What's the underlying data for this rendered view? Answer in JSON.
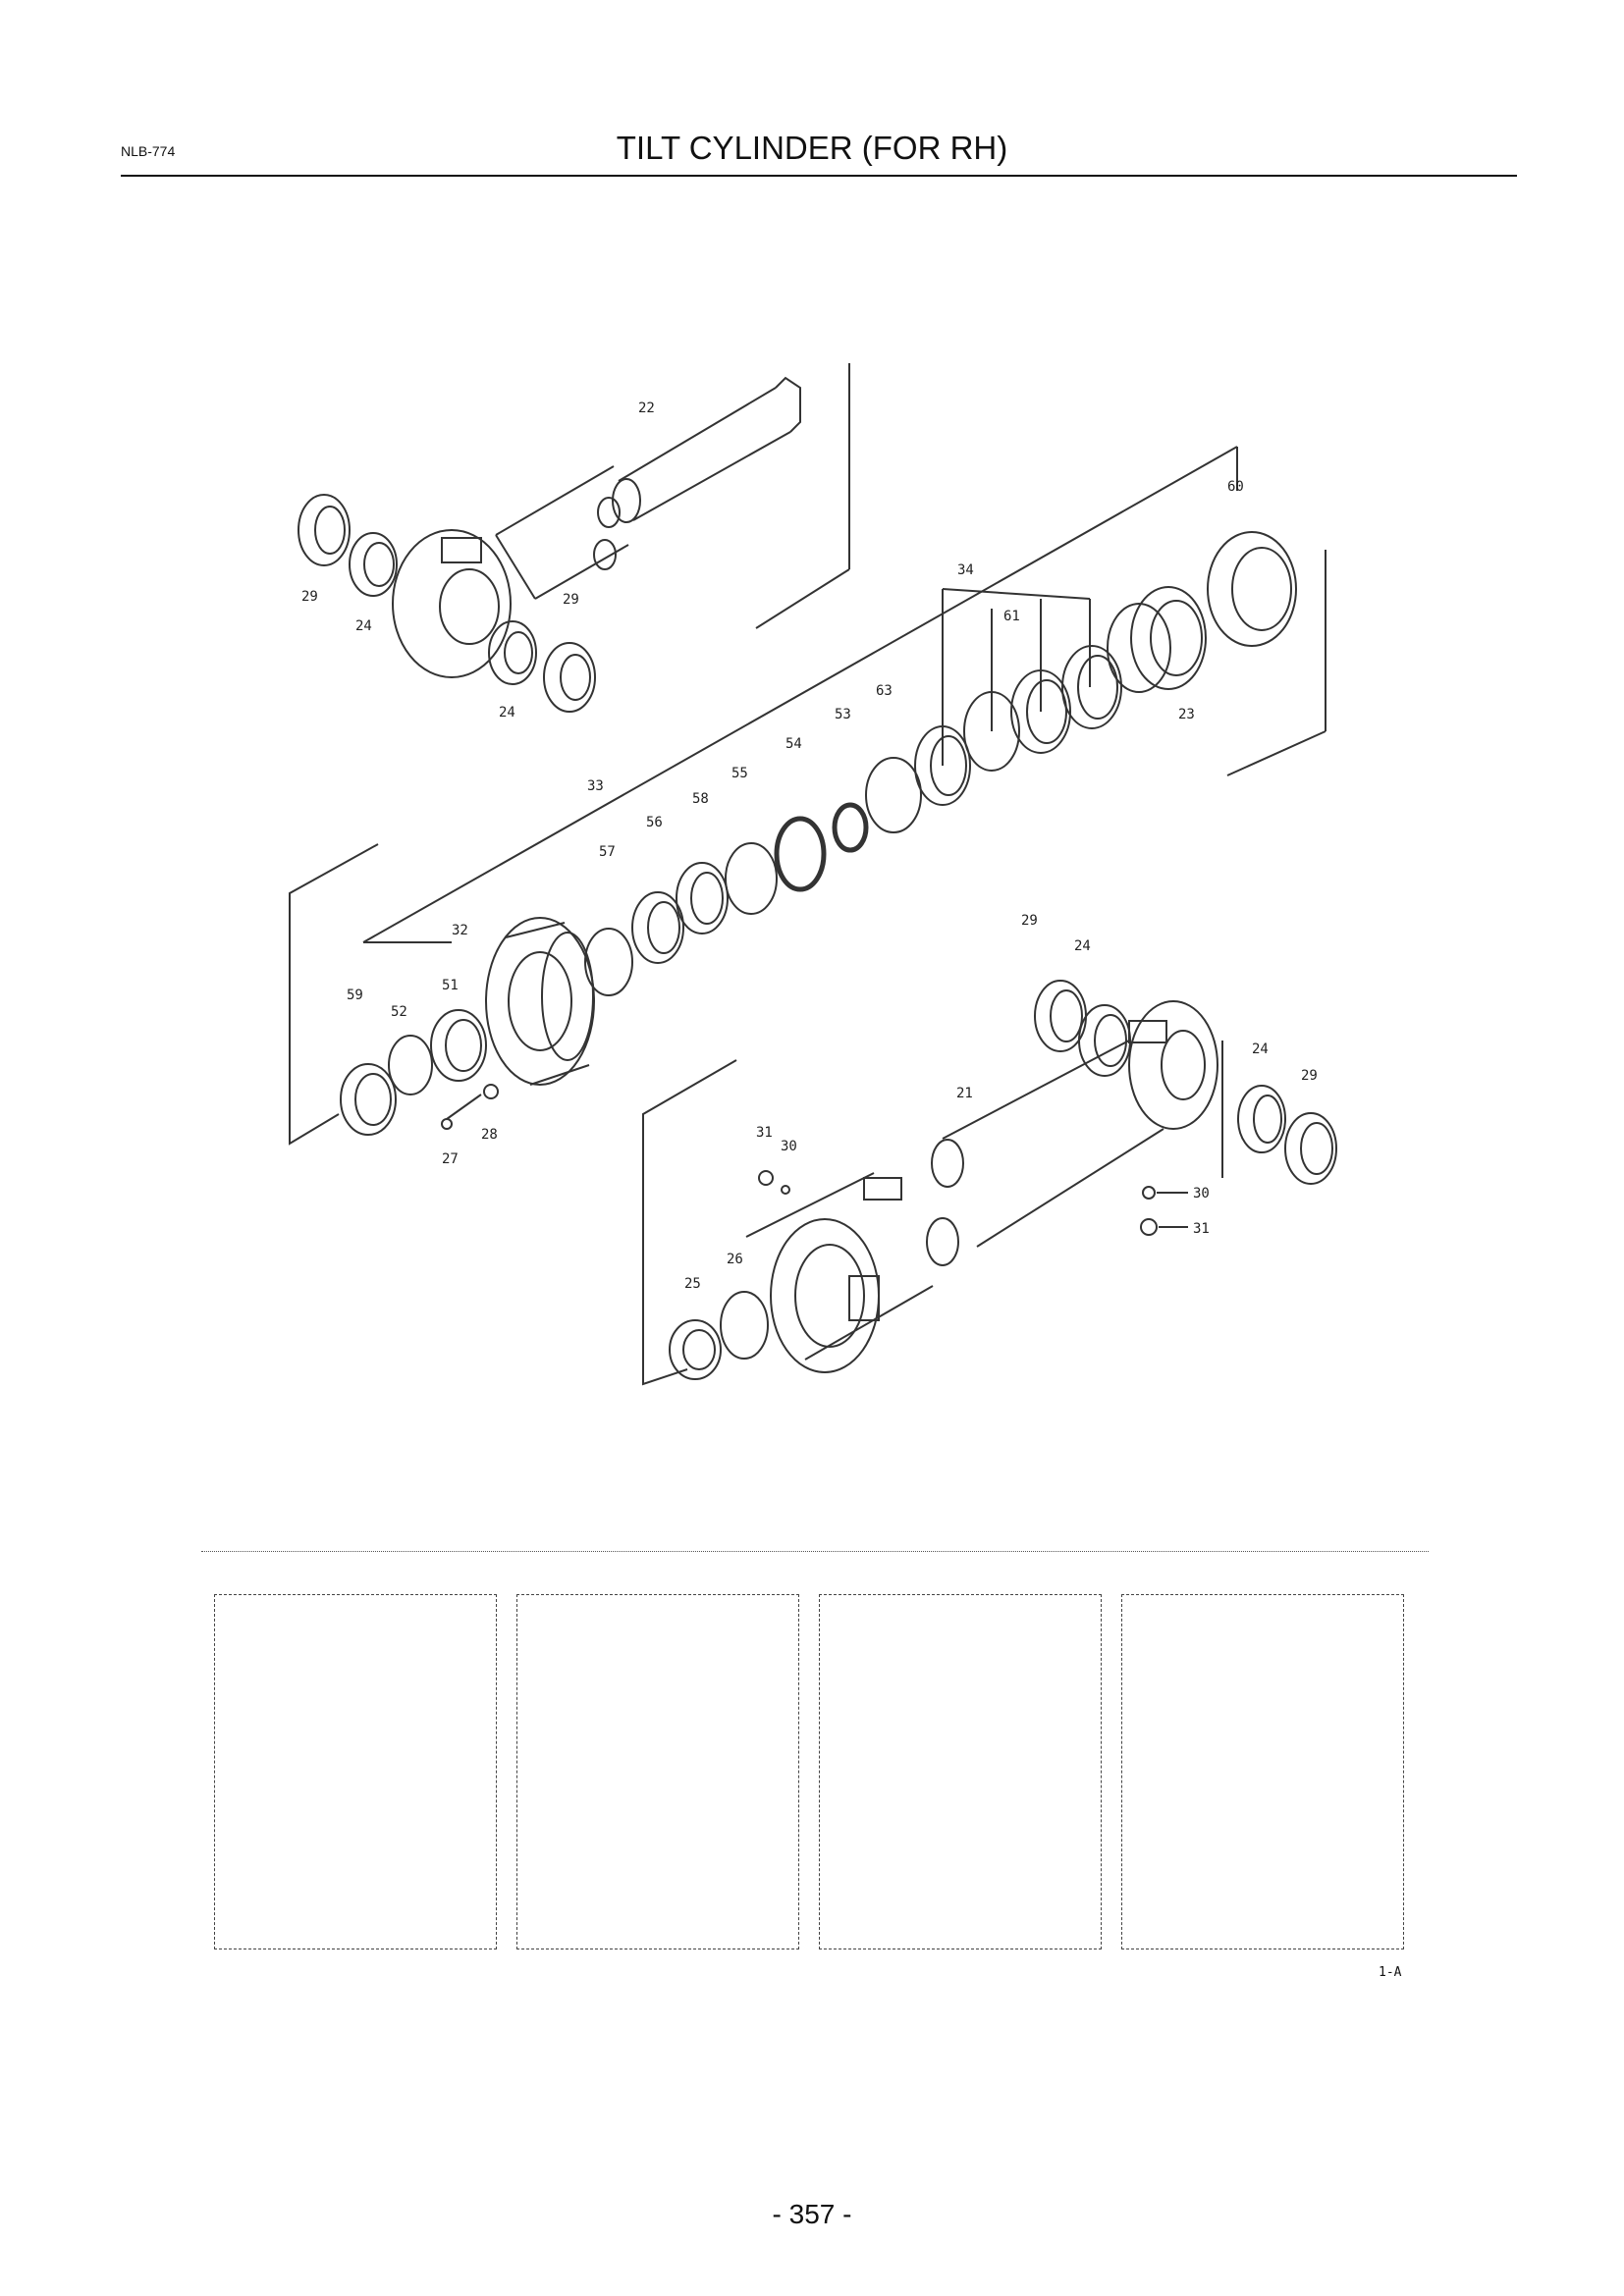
{
  "header": {
    "doc_code": "NLB-774",
    "title": "TILT CYLINDER (FOR RH)"
  },
  "diagram": {
    "callouts": [
      "22",
      "29",
      "24",
      "29",
      "24",
      "60",
      "34",
      "61",
      "63",
      "53",
      "54",
      "23",
      "55",
      "58",
      "33",
      "56",
      "57",
      "32",
      "51",
      "59",
      "52",
      "27",
      "28",
      "29",
      "24",
      "24",
      "29",
      "21",
      "31",
      "30",
      "30",
      "31",
      "26",
      "25"
    ]
  },
  "figure_code": "1-A",
  "footer": {
    "page_number": "- 357 -"
  }
}
